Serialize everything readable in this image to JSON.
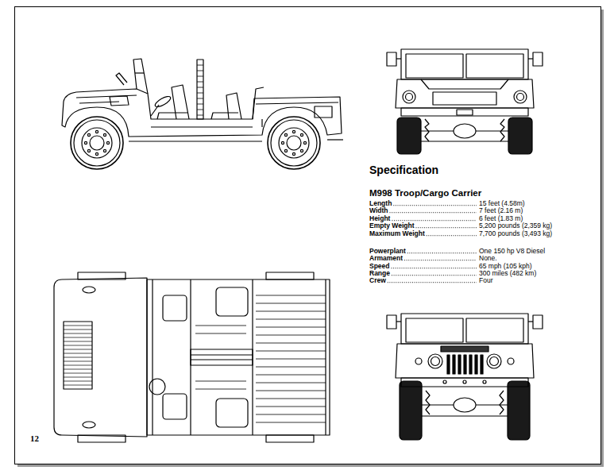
{
  "diagram": {
    "title": "Specification",
    "labels": [
      "M998 Troop/Cargo Carrier",
      "Length",
      "15 feet (4.58m)",
      "Width",
      "7 feet (2.16 m)",
      "Height",
      "6 feet (1.83 m)",
      "Empty Weight",
      "5,200 pounds (2,359 kg)",
      "Maximum Weight",
      "7,700 pounds (3,493 kg)",
      "Powerplant",
      "One 150 hp V8 Diesel",
      "Armament",
      "None.",
      "Speed",
      "65 mph (105 kph)",
      "Range",
      "300 miles (482 km)",
      "Crew",
      "Four",
      "12"
    ]
  }
}
